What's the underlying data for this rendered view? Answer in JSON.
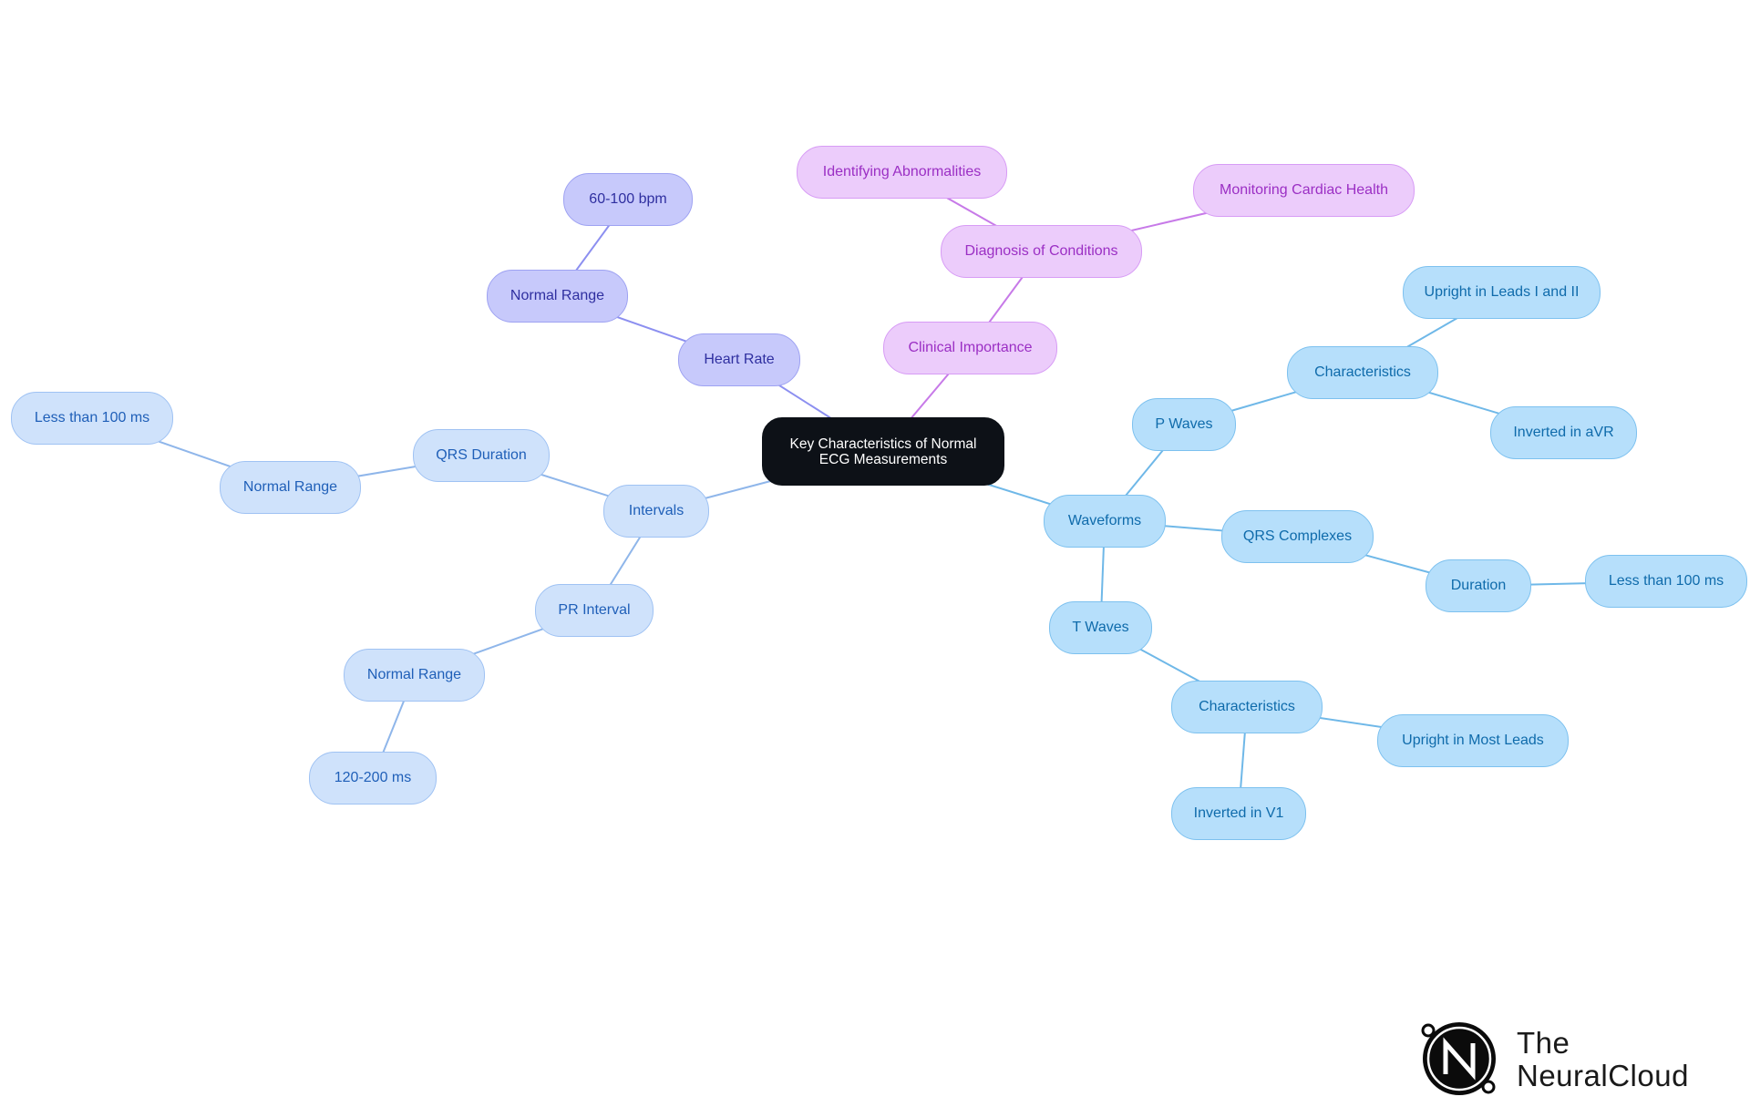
{
  "colors": {
    "root_fill": "#0d1117",
    "root_text": "#ffffff",
    "heart_fill": "#c7c9fb",
    "heart_border": "#9ea2f2",
    "heart_text": "#2f2fa0",
    "heart_edge": "#8c8ff0",
    "clinical_fill": "#ecccfb",
    "clinical_border": "#d79cf5",
    "clinical_text": "#9b2fc4",
    "clinical_edge": "#c77ae8",
    "intervals_fill": "#cfe2fb",
    "intervals_border": "#9fc2f3",
    "intervals_text": "#1f5fb8",
    "intervals_edge": "#8fb6ea",
    "waveforms_fill": "#b6dffb",
    "waveforms_border": "#7dc1ef",
    "waveforms_text": "#0f6bab",
    "waveforms_edge": "#6fb8e8"
  },
  "diagram": {
    "root": {
      "label": "Key Characteristics of Normal ECG Measurements"
    },
    "heart_rate": {
      "label": "Heart Rate",
      "normal_range": "Normal Range",
      "value": "60-100 bpm"
    },
    "clinical": {
      "label": "Clinical Importance",
      "diagnosis": "Diagnosis of Conditions",
      "identifying": "Identifying Abnormalities",
      "monitoring": "Monitoring Cardiac Health"
    },
    "intervals": {
      "label": "Intervals",
      "qrs_duration": "QRS Duration",
      "qrs_normal_range": "Normal Range",
      "qrs_value": "Less than 100 ms",
      "pr_interval": "PR Interval",
      "pr_normal_range": "Normal Range",
      "pr_value": "120-200 ms"
    },
    "waveforms": {
      "label": "Waveforms",
      "p_waves": "P Waves",
      "p_characteristics": "Characteristics",
      "p_upright": "Upright in Leads I and II",
      "p_inverted": "Inverted in aVR",
      "qrs_complexes": "QRS Complexes",
      "duration": "Duration",
      "duration_value": "Less than 100 ms",
      "t_waves": "T Waves",
      "t_characteristics": "Characteristics",
      "t_upright": "Upright in Most Leads",
      "t_inverted": "Inverted in V1"
    }
  },
  "logo": {
    "line1": "The",
    "line2": "NeuralCloud",
    "mark_icon": "neuralcloud-n-logo-icon"
  }
}
